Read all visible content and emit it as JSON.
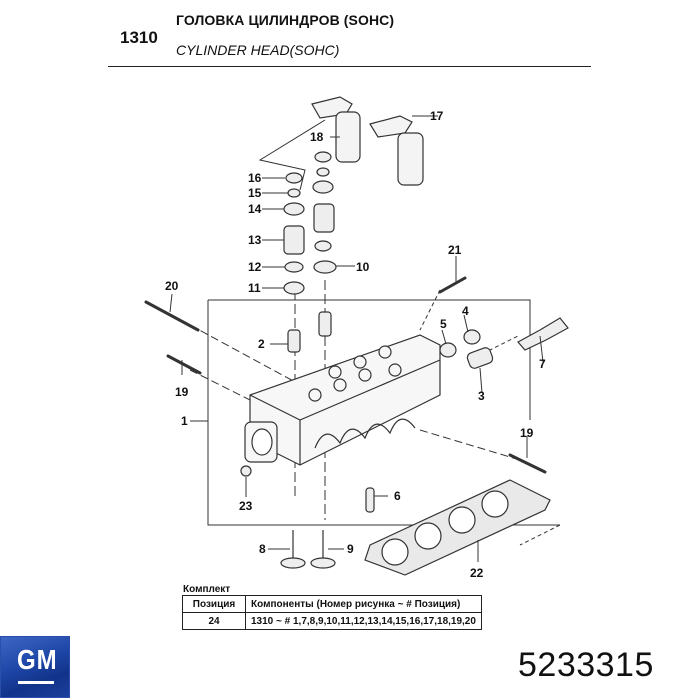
{
  "header": {
    "section_number": "1310",
    "title_ru": "ГОЛОВКА ЦИЛИНДРОВ (SOHC)",
    "title_en": "CYLINDER HEAD(SOHC)"
  },
  "diagram": {
    "callouts": [
      {
        "id": "1",
        "label": "1"
      },
      {
        "id": "2",
        "label": "2"
      },
      {
        "id": "3",
        "label": "3"
      },
      {
        "id": "4",
        "label": "4"
      },
      {
        "id": "5",
        "label": "5"
      },
      {
        "id": "6",
        "label": "6"
      },
      {
        "id": "7",
        "label": "7"
      },
      {
        "id": "8",
        "label": "8"
      },
      {
        "id": "9",
        "label": "9"
      },
      {
        "id": "10",
        "label": "10"
      },
      {
        "id": "11",
        "label": "11"
      },
      {
        "id": "12",
        "label": "12"
      },
      {
        "id": "13",
        "label": "13"
      },
      {
        "id": "14",
        "label": "14"
      },
      {
        "id": "15",
        "label": "15"
      },
      {
        "id": "16",
        "label": "16"
      },
      {
        "id": "17",
        "label": "17"
      },
      {
        "id": "18",
        "label": "18"
      },
      {
        "id": "19a",
        "label": "19"
      },
      {
        "id": "19b",
        "label": "19"
      },
      {
        "id": "20",
        "label": "20"
      },
      {
        "id": "21",
        "label": "21"
      },
      {
        "id": "22",
        "label": "22"
      },
      {
        "id": "23",
        "label": "23"
      }
    ]
  },
  "kit": {
    "caption": "Комплект",
    "columns": [
      "Позиция",
      "Компоненты (Номер рисунка ~ # Позиция)"
    ],
    "rows": [
      [
        "24",
        "1310 ~ # 1,7,8,9,10,11,12,13,14,15,16,17,18,19,20"
      ]
    ]
  },
  "brand": {
    "logo_text": "GM",
    "logo_color": "#1d45a6"
  },
  "part_number": "5233315"
}
